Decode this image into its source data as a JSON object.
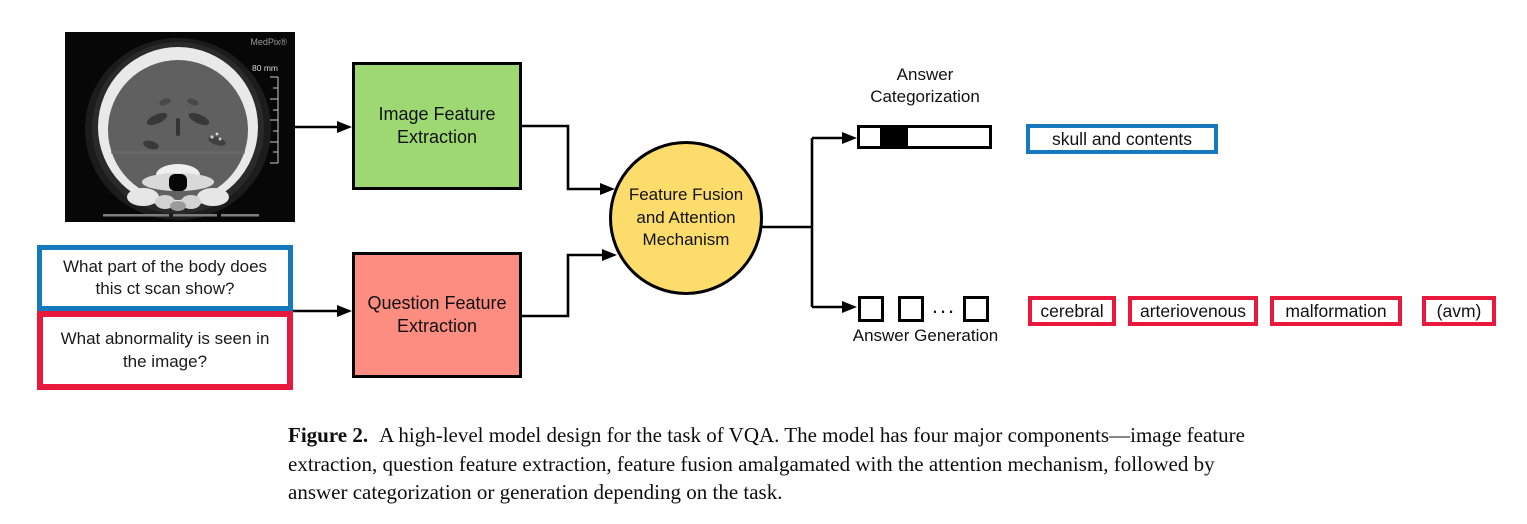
{
  "figure": {
    "ct_image": {
      "source_watermark": "MedPix®",
      "scale_label": "80 mm"
    },
    "question_inputs": [
      {
        "text": "What part of the body does this ct scan show?"
      },
      {
        "text": "What abnormality is seen in the image?"
      }
    ],
    "nodes": {
      "image_feature_extraction": "Image Feature Extraction",
      "question_feature_extraction": "Question Feature Extraction",
      "feature_fusion": "Feature Fusion and Attention Mechanism"
    },
    "outputs": {
      "categorization_label": "Answer Categorization",
      "categorization_answer": "skull and contents",
      "generation_label": "Answer Generation",
      "generation_ellipsis": "...",
      "generated_words": [
        "cerebral",
        "arteriovenous",
        "malformation",
        "(avm)"
      ]
    }
  },
  "caption": {
    "label": "Figure 2.",
    "text": "A high-level model design for the task of VQA. The model has four major components—image feature extraction, question feature extraction, feature fusion amalgamated with the attention mechanism, followed by answer categorization or generation depending on the task."
  },
  "colors": {
    "image_node_fill": "#9ed873",
    "question_node_fill": "#fc8d80",
    "fusion_node_fill": "#fcdc6a",
    "categorization_accent": "#1779bd",
    "generation_accent": "#e8193c"
  }
}
